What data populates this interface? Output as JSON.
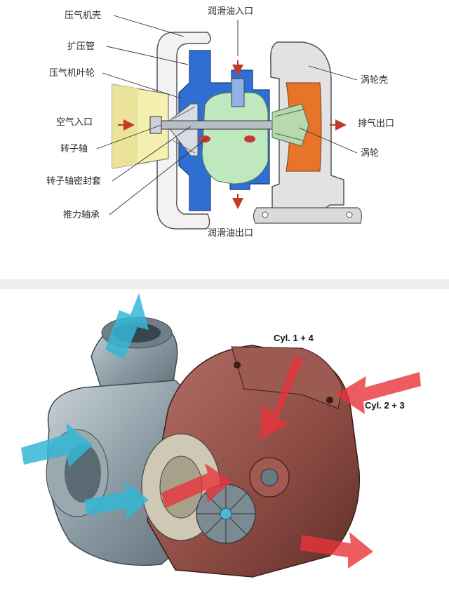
{
  "top_diagram": {
    "labels": {
      "compressor_housing": "压气机壳",
      "diffuser": "扩压管",
      "compressor_impeller": "压气机叶轮",
      "air_inlet": "空气入口",
      "rotor_shaft": "转子轴",
      "rotor_shaft_seal": "转子轴密封套",
      "thrust_bearing": "推力轴承",
      "oil_inlet": "润滑油入口",
      "oil_outlet": "润滑油出口",
      "turbine_housing": "涡轮壳",
      "exhaust_outlet": "排气出口",
      "turbine": "涡轮"
    },
    "colors": {
      "compressor_blue": "#2f6fd3",
      "bearing_green": "#bfe8bf",
      "turbine_orange": "#e8742a",
      "intake_yellow": "#f5efb0",
      "flow_red": "#c0392b"
    }
  },
  "bottom_diagram": {
    "labels": {
      "cylinders_1_4": "Cyl. 1 + 4",
      "cylinders_2_3": "Cyl. 2 + 3"
    },
    "colors": {
      "intake_arrow": "#35b7d6",
      "exhaust_arrow": "#e8333a",
      "turbine_housing": "#8a4a42",
      "compressor_housing": "#8a9aa3"
    }
  }
}
